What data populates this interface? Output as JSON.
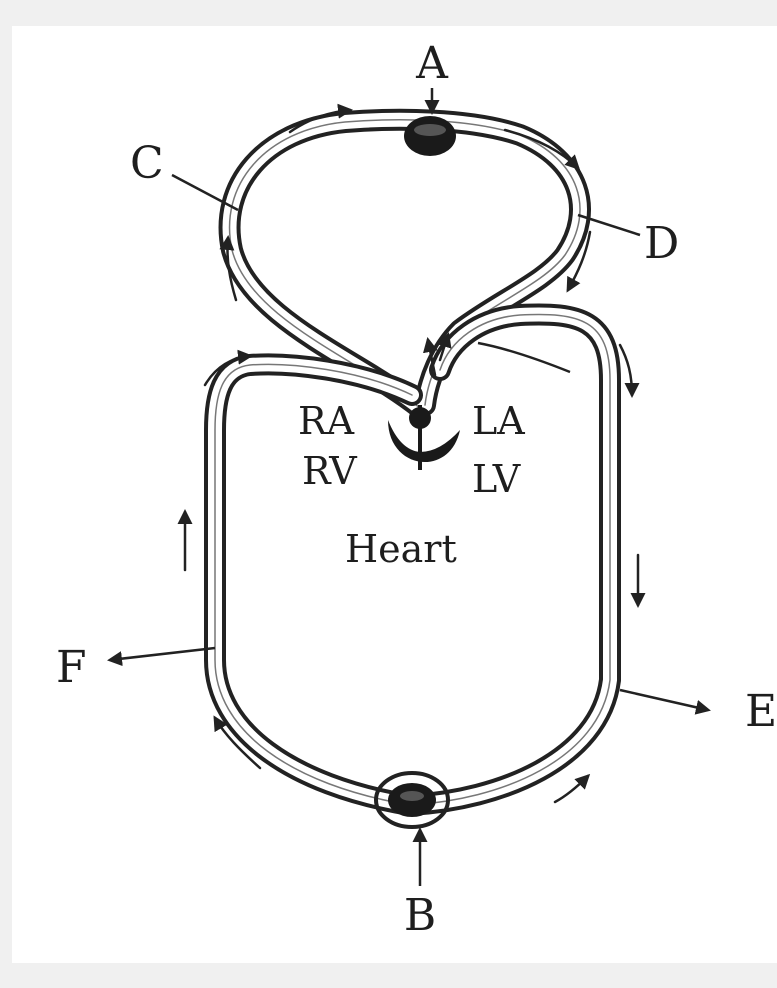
{
  "labels": {
    "a": "A",
    "b": "B",
    "c": "C",
    "d": "D",
    "e": "E",
    "f": "F"
  },
  "chambers": {
    "ra": "RA",
    "la": "LA",
    "rv": "RV",
    "lv": "LV"
  },
  "heart_label": "Heart"
}
